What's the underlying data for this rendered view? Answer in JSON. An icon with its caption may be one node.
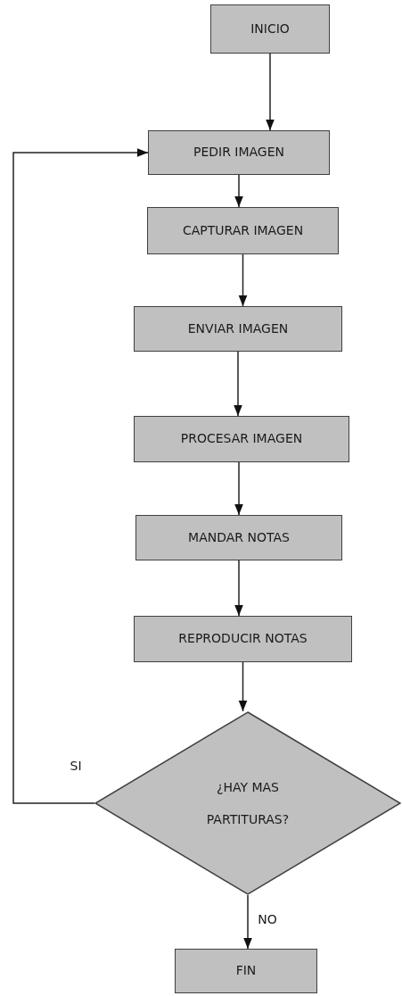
{
  "diagram": {
    "nodes": [
      {
        "text": [
          "INICIO"
        ]
      },
      {
        "text": [
          "PEDIR IMAGEN"
        ]
      },
      {
        "text": [
          "CAPTURAR IMAGEN"
        ]
      },
      {
        "text": [
          "ENVIAR IMAGEN"
        ]
      },
      {
        "text": [
          "PROCESAR IMAGEN"
        ]
      },
      {
        "text": [
          "MANDAR NOTAS"
        ]
      },
      {
        "text": [
          "REPRODUCIR NOTAS"
        ]
      },
      {
        "text": [
          "¿HAY MAS PARTITURAS?"
        ]
      },
      {
        "text": [
          "FIN"
        ]
      }
    ],
    "edges": [
      {
        "from": 0,
        "to": 1,
        "arrow": "to"
      },
      {
        "from": 1,
        "to": 2,
        "arrow": "to"
      },
      {
        "from": 2,
        "to": 3,
        "arrow": "to"
      },
      {
        "from": 3,
        "to": 4,
        "arrow": "to"
      },
      {
        "from": 4,
        "to": 5,
        "arrow": "to"
      },
      {
        "from": 5,
        "to": 6,
        "arrow": "to"
      },
      {
        "from": 6,
        "to": 7,
        "arrow": "to"
      },
      {
        "from": 7,
        "to": 8,
        "arrow": "to",
        "label": "NO"
      },
      {
        "from": 7,
        "to": 1,
        "arrow": "to",
        "label": "SI"
      }
    ]
  }
}
